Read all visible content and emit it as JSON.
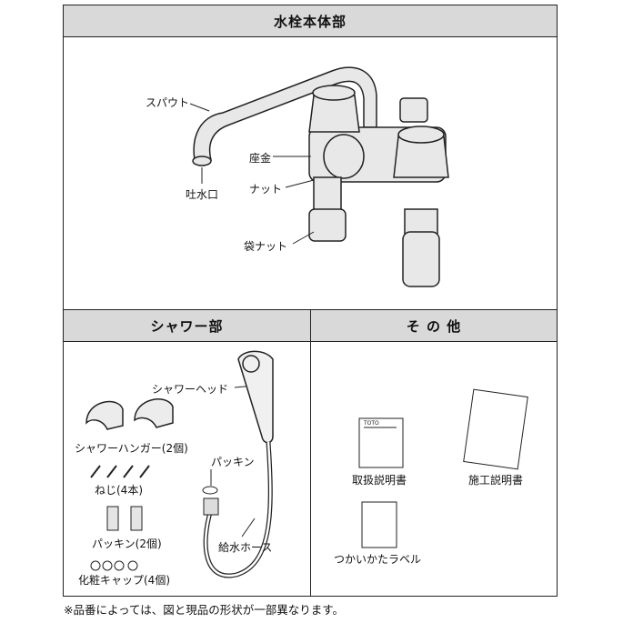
{
  "sections": {
    "main": {
      "title": "水栓本体部"
    },
    "shower": {
      "title": "シャワー部"
    },
    "others": {
      "title": "そ の 他"
    }
  },
  "main_labels": {
    "spout": "スパウト",
    "outlet": "吐水口",
    "washer": "座金",
    "nut": "ナット",
    "cap_nut": "袋ナット"
  },
  "shower_labels": {
    "head": "シャワーヘッド",
    "hanger": "シャワーハンガー(2個)",
    "screws": "ねじ(4本)",
    "gasket_small": "パッキン",
    "gaskets": "パッキン(2個)",
    "hose": "給水ホース",
    "caps": "化粧キャップ(4個)"
  },
  "other_labels": {
    "manual": "取扱説明書",
    "install": "施工説明書",
    "label": "つかいかたラベル",
    "brand": "TOTO"
  },
  "footnote": "※品番によっては、図と現品の形状が一部異なります。"
}
